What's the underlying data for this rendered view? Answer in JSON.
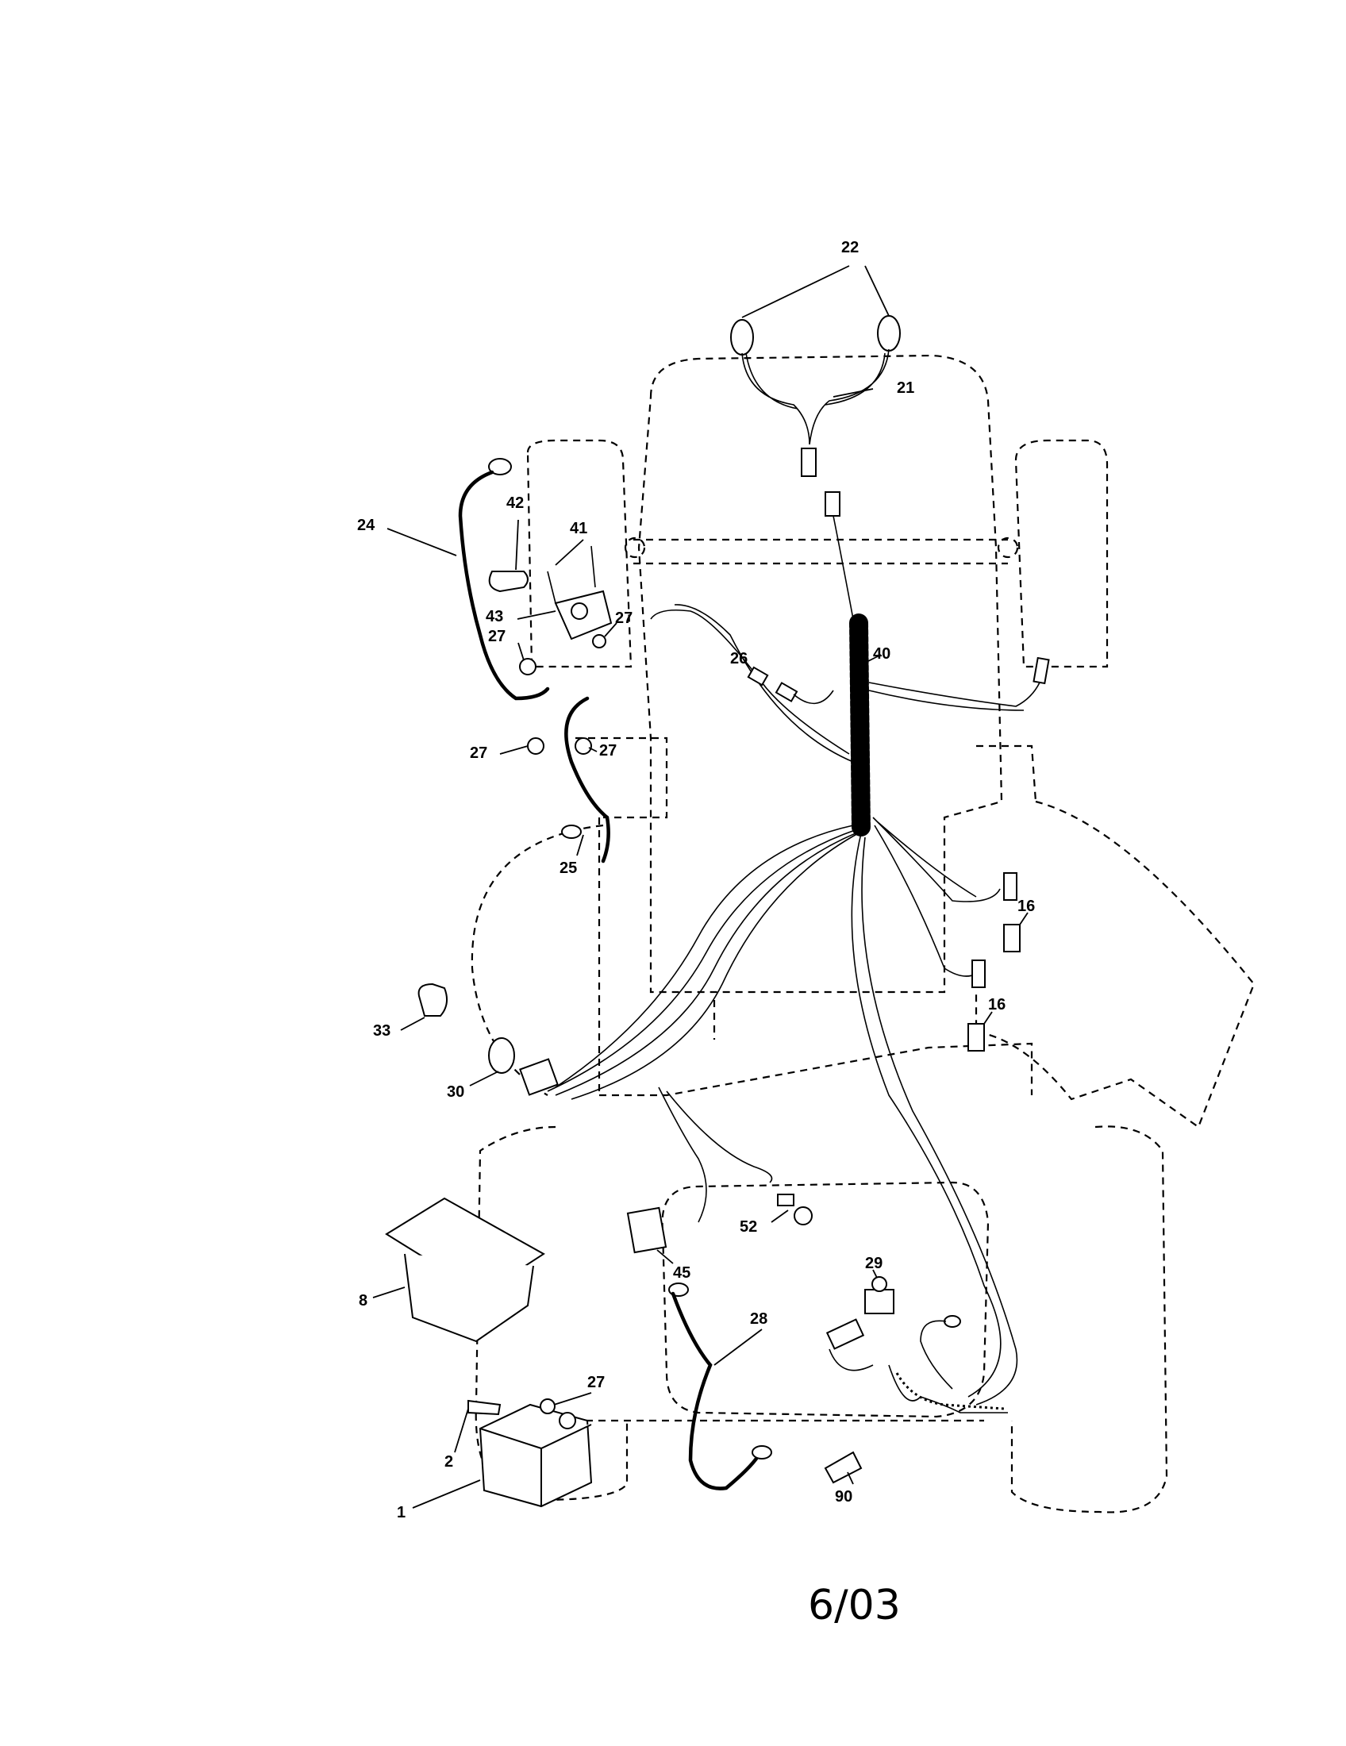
{
  "callouts": {
    "c22": "22",
    "c21": "21",
    "c24": "24",
    "c42": "42",
    "c41": "41",
    "c43": "43",
    "c27_a": "27",
    "c27_b": "27",
    "c27_c": "27",
    "c27_d": "27",
    "c27_e": "27",
    "c26": "26",
    "c40": "40",
    "c25": "25",
    "c16_a": "16",
    "c16_b": "16",
    "c33": "33",
    "c30": "30",
    "c8": "8",
    "c52": "52",
    "c45": "45",
    "c29": "29",
    "c28": "28",
    "c2": "2",
    "c1": "1",
    "c90": "90"
  },
  "date_stamp": "6/03"
}
